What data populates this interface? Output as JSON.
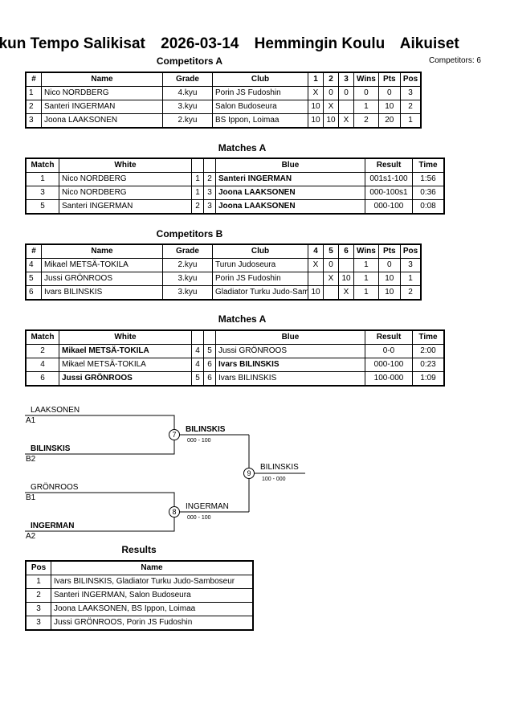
{
  "header": {
    "tournament": "skun Tempo Salikisat",
    "date": "2026-03-14",
    "venue": "Hemmingin Koulu",
    "category": "Aikuiset",
    "competitors_label": "Competitors: 6"
  },
  "competitors_a": {
    "title": "Competitors A",
    "headers": [
      "#",
      "Name",
      "Grade",
      "Club",
      "1",
      "2",
      "3",
      "Wins",
      "Pts",
      "Pos"
    ],
    "rows": [
      [
        "1",
        "Nico NORDBERG",
        "4.kyu",
        "Porin JS Fudoshin",
        "X",
        "0",
        "0",
        "0",
        "0",
        "3"
      ],
      [
        "2",
        "Santeri INGERMAN",
        "3.kyu",
        "Salon Budoseura",
        "10",
        "X",
        "",
        "1",
        "10",
        "2"
      ],
      [
        "3",
        "Joona LAAKSONEN",
        "2.kyu",
        "BS Ippon, Loimaa",
        "10",
        "10",
        "X",
        "2",
        "20",
        "1"
      ]
    ]
  },
  "matches_a": {
    "title": "Matches A",
    "headers": [
      "Match",
      "White",
      "",
      "",
      "Blue",
      "Result",
      "Time"
    ],
    "rows": [
      [
        "1",
        "Nico NORDBERG",
        "1",
        "2",
        "Santeri INGERMAN",
        "001s1-100",
        "1:56"
      ],
      [
        "3",
        "Nico NORDBERG",
        "1",
        "3",
        "Joona LAAKSONEN",
        "000-100s1",
        "0:36"
      ],
      [
        "5",
        "Santeri INGERMAN",
        "2",
        "3",
        "Joona LAAKSONEN",
        "000-100",
        "0:08"
      ]
    ]
  },
  "competitors_b": {
    "title": "Competitors B",
    "headers": [
      "#",
      "Name",
      "Grade",
      "Club",
      "4",
      "5",
      "6",
      "Wins",
      "Pts",
      "Pos"
    ],
    "rows": [
      [
        "4",
        "Mikael METSÄ-TOKILA",
        "2.kyu",
        "Turun Judoseura",
        "X",
        "0",
        "",
        "1",
        "0",
        "3"
      ],
      [
        "5",
        "Jussi GRÖNROOS",
        "3.kyu",
        "Porin JS Fudoshin",
        "",
        "X",
        "10",
        "1",
        "10",
        "1"
      ],
      [
        "6",
        "Ivars BILINSKIS",
        "3.kyu",
        "Gladiator Turku Judo-Samboseur",
        "10",
        "",
        "X",
        "1",
        "10",
        "2"
      ]
    ]
  },
  "matches_b": {
    "title": "Matches A",
    "headers": [
      "Match",
      "White",
      "",
      "",
      "Blue",
      "Result",
      "Time"
    ],
    "rows": [
      [
        "2",
        "Mikael METSÄ-TOKILA",
        "4",
        "5",
        "Jussi GRÖNROOS",
        "0-0",
        "2:00"
      ],
      [
        "4",
        "Mikael METSÄ-TOKILA",
        "4",
        "6",
        "Ivars BILINSKIS",
        "000-100",
        "0:23"
      ],
      [
        "6",
        "Jussi GRÖNROOS",
        "5",
        "6",
        "Ivars BILINSKIS",
        "100-000",
        "1:09"
      ]
    ]
  },
  "bracket": {
    "m7": {
      "no": "7",
      "top": "LAAKSONEN",
      "top_seed": "A1",
      "bottom": "BILINSKIS",
      "bottom_seed": "B2",
      "winner": "BILINSKIS",
      "score": "000 - 100"
    },
    "m8": {
      "no": "8",
      "top": "GRÖNROOS",
      "top_seed": "B1",
      "bottom": "INGERMAN",
      "bottom_seed": "A2",
      "winner": "INGERMAN",
      "score": "000 - 100"
    },
    "m9": {
      "no": "9",
      "winner": "BILINSKIS",
      "score": "100 - 000"
    }
  },
  "results": {
    "title": "Results",
    "headers": [
      "Pos",
      "Name"
    ],
    "rows": [
      [
        "1",
        "Ivars BILINSKIS, Gladiator Turku Judo-Samboseur"
      ],
      [
        "2",
        "Santeri INGERMAN, Salon Budoseura"
      ],
      [
        "3",
        "Joona LAAKSONEN, BS Ippon, Loimaa"
      ],
      [
        "3",
        "Jussi GRÖNROOS, Porin JS Fudoshin"
      ]
    ]
  }
}
